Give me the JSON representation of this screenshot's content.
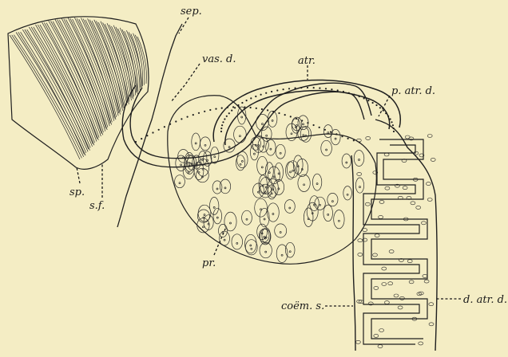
{
  "figure": {
    "background_color": "#f4edc4",
    "ink_color": "#1f1f1f",
    "labels": {
      "sep": "sep.",
      "vas_d": "vas. d.",
      "atr": "atr.",
      "p_atr_d": "p. atr. d.",
      "sp": "sp.",
      "s_f": "s.f.",
      "pr": "pr.",
      "coem_s": "coëm. s.",
      "d_atr_d": "d. atr. d."
    }
  }
}
